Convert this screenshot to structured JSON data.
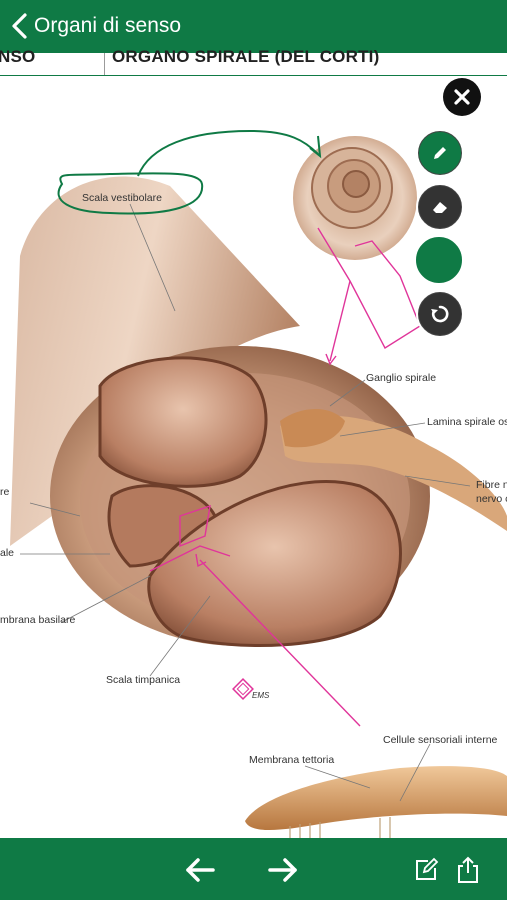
{
  "header": {
    "title": "Organi di senso"
  },
  "subheader": {
    "col1": "NSO",
    "col2": "ORGANO SPIRALE (DEL CORTI)"
  },
  "labels": {
    "scala_vestibolare": "Scala vestibolare",
    "ganglio_spirale": "Ganglio spirale",
    "lamina_spirale": "Lamina spirale os",
    "fibre_line1": "Fibre n",
    "fibre_line2": "nervo c",
    "frag_re": "re",
    "frag_ale": "ale",
    "membrana_basilare": "mbrana basilare",
    "scala_timpanica": "Scala timpanica",
    "ems": "EMS",
    "cellule_sensoriali": "Cellule sensoriali interne",
    "membrana_tettoria": "Membrana tettoria"
  },
  "tools": {
    "pencil": "pencil-icon",
    "eraser": "eraser-icon",
    "color": "#0f7a45",
    "undo": "undo-icon",
    "close": "close-icon"
  },
  "colors": {
    "brand": "#0f7a45",
    "annotation_pink": "#e0359a",
    "annotation_green": "#0f7a45"
  }
}
